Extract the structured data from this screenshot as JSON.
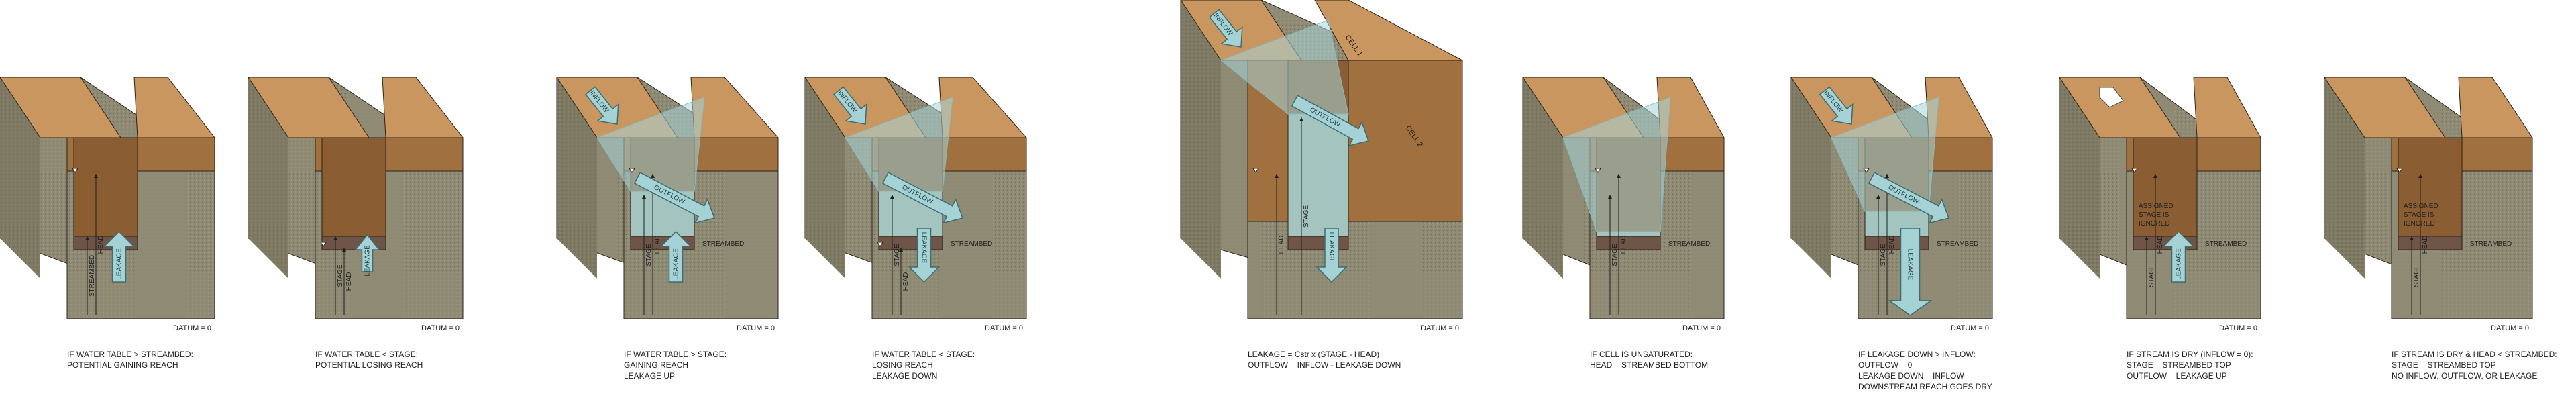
{
  "colors": {
    "bank_top": "#c9965f",
    "bank_front": "#a0703f",
    "bank_side": "#8a5d32",
    "soil": "#8f8b74",
    "streambed": "#6e5548",
    "water": "#a7d6d8",
    "water_dark": "#86bcc0",
    "arrow_fill": "#a5d2d5",
    "arrow_stroke": "#3e6c70"
  },
  "common": {
    "datum": "DATUM = 0",
    "streambed": "STREAMBED",
    "head": "HEAD",
    "stage": "STAGE",
    "leakage": "LEAKAGE",
    "inflow": "INFLOW",
    "outflow": "OUTFLOW"
  },
  "panels": [
    {
      "id": "p1",
      "caption": [
        "IF WATER TABLE > STREAMBED:",
        "POTENTIAL GAINING REACH"
      ]
    },
    {
      "id": "p2",
      "caption": [
        "IF WATER TABLE < STAGE:",
        "POTENTIAL LOSING REACH"
      ]
    },
    {
      "id": "p3",
      "caption": [
        "IF WATER TABLE > STAGE:",
        "GAINING REACH",
        "LEAKAGE UP"
      ]
    },
    {
      "id": "p4",
      "caption": [
        "IF WATER TABLE < STAGE:",
        "LOSING REACH",
        "LEAKAGE DOWN"
      ]
    },
    {
      "id": "p5",
      "caption": [
        "LEAKAGE = Cstr  x  (STAGE - HEAD)",
        "OUTFLOW = INFLOW - LEAKAGE DOWN"
      ],
      "cell1": "CELL 1",
      "cell2": "CELL 2"
    },
    {
      "id": "p6",
      "caption": [
        "IF CELL IS UNSATURATED:",
        "HEAD = STREAMBED BOTTOM"
      ]
    },
    {
      "id": "p7",
      "caption": [
        "IF LEAKAGE DOWN > INFLOW:",
        "OUTFLOW = 0",
        "LEAKAGE DOWN = INFLOW",
        "DOWNSTREAM REACH GOES DRY"
      ]
    },
    {
      "id": "p8",
      "caption": [
        "IF STREAM IS DRY (INFLOW = 0):",
        "STAGE = STREAMBED TOP",
        "OUTFLOW = LEAKAGE UP"
      ],
      "note": [
        "ASSIGNED",
        "STAGE IS",
        "IGNORED"
      ]
    },
    {
      "id": "p9",
      "caption": [
        "IF STREAM IS DRY  &  HEAD < STREAMBED:",
        "STAGE = STREAMBED TOP",
        "NO INFLOW, OUTFLOW, OR LEAKAGE"
      ],
      "note": [
        "ASSIGNED",
        "STAGE IS",
        "IGNORED"
      ]
    }
  ]
}
